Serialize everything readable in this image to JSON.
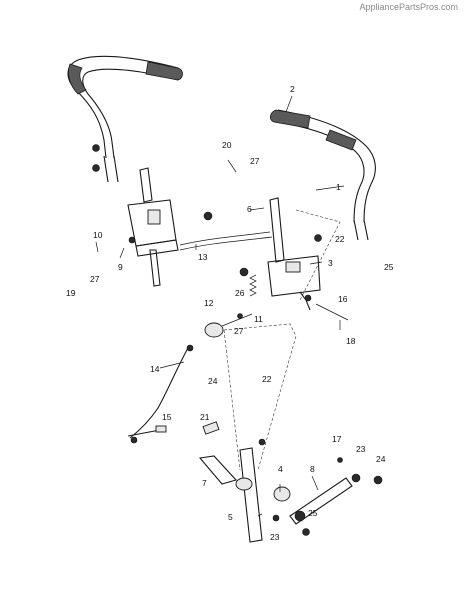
{
  "watermark": "AppliancePartsPros.com",
  "callouts": {
    "c1": "1",
    "c2": "2",
    "c3": "3",
    "c4": "4",
    "c5": "5",
    "c6": "6",
    "c7": "7",
    "c8": "8",
    "c9": "9",
    "c10": "10",
    "c11": "11",
    "c12": "12",
    "c13": "13",
    "c14": "14",
    "c15": "15",
    "c16": "16",
    "c17": "17",
    "c18": "18",
    "c19": "19",
    "c20": "20",
    "c21": "21",
    "c22": "22",
    "c22b": "22",
    "c23": "23",
    "c23b": "23",
    "c24": "24",
    "c24b": "24",
    "c25": "25",
    "c25b": "25",
    "c26": "26",
    "c27": "27",
    "c27b": "27",
    "c27c": "27"
  }
}
